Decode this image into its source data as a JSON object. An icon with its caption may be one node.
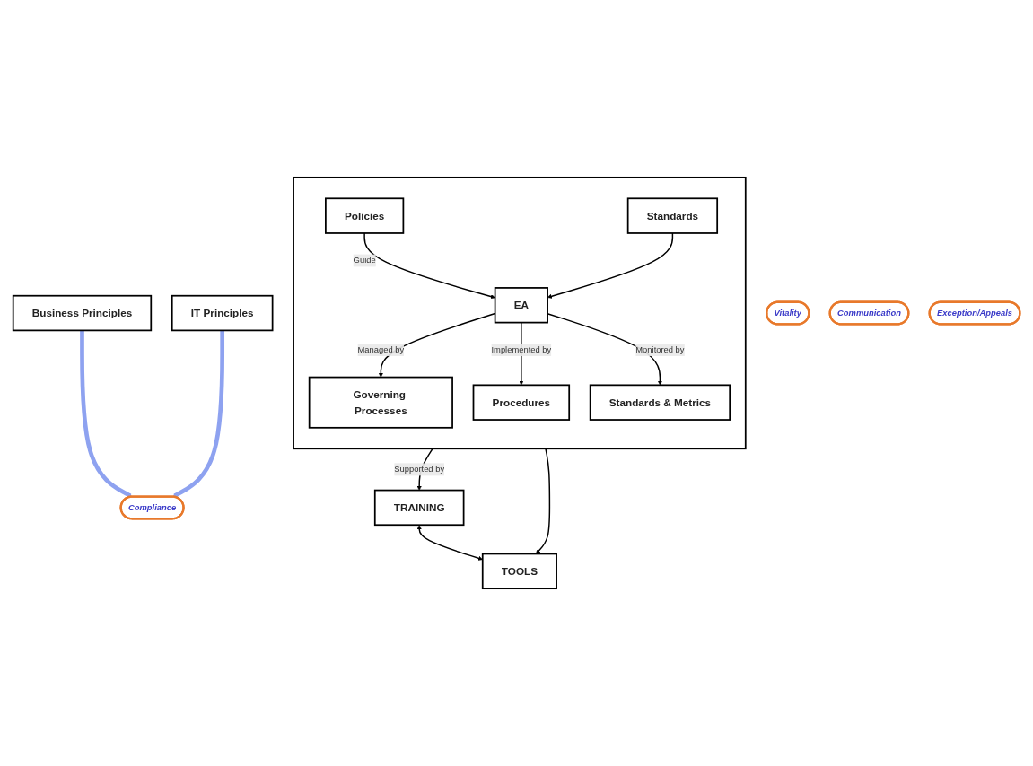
{
  "diagram": {
    "nodes": [
      {
        "text": [
          "Business Principles"
        ]
      },
      {
        "text": [
          "IT Principles"
        ]
      },
      {
        "text": [
          "Compliance"
        ]
      },
      {
        "text": [],
        "shape": "box"
      },
      {
        "text": [
          "Policies"
        ],
        "in": 3
      },
      {
        "text": [
          "Standards"
        ],
        "in": 3
      },
      {
        "text": [
          "EA"
        ],
        "in": 3
      },
      {
        "text": [
          "Governing Processes"
        ],
        "in": 3
      },
      {
        "text": [
          "Procedures"
        ],
        "in": 3
      },
      {
        "text": [
          "Standards & Metrics"
        ],
        "in": 3
      },
      {
        "text": [
          "TRAINING"
        ]
      },
      {
        "text": [
          "TOOLS"
        ]
      },
      {
        "text": [
          "Vitality"
        ]
      },
      {
        "text": [
          "Communication"
        ]
      },
      {
        "text": [
          "Exception/Appeals"
        ]
      }
    ],
    "edges": [
      {
        "from": 0,
        "to": 2,
        "arrow": "to",
        "style": "thick",
        "color": "#8ea2f0"
      },
      {
        "from": 1,
        "to": 2,
        "arrow": "to",
        "style": "thick",
        "color": "#8ea2f0"
      },
      {
        "from": 4,
        "to": 6,
        "arrow": "to",
        "label": "Guide"
      },
      {
        "from": 5,
        "to": 6,
        "arrow": "to"
      },
      {
        "from": 6,
        "to": 7,
        "arrow": "to",
        "label": "Managed by"
      },
      {
        "from": 6,
        "to": 8,
        "arrow": "to",
        "label": "Implemented by"
      },
      {
        "from": 6,
        "to": 9,
        "arrow": "to",
        "label": "Monitored by"
      },
      {
        "from": 3,
        "to": 10,
        "arrow": "to",
        "label": "Supported by"
      },
      {
        "from": 3,
        "to": 11,
        "arrow": "to"
      },
      {
        "from": 10,
        "to": 11,
        "arrow": "both"
      }
    ]
  }
}
